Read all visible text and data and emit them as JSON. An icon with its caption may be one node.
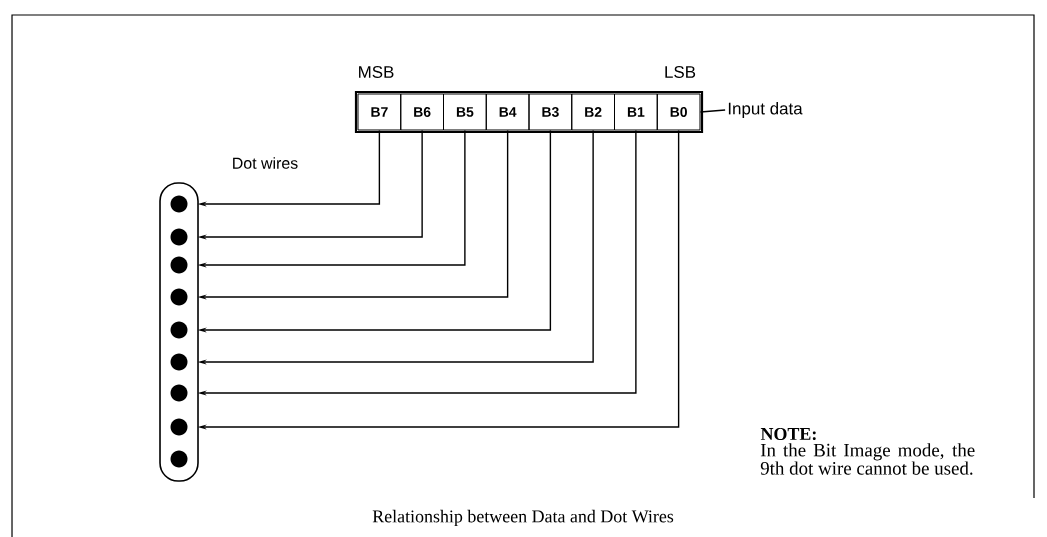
{
  "diagram": {
    "caption": "Relationship between Data and Dot Wires",
    "nodes": [
      {
        "text": [
          "B7"
        ]
      },
      {
        "text": [
          "B6"
        ]
      },
      {
        "text": [
          "B5"
        ]
      },
      {
        "text": [
          "B4"
        ]
      },
      {
        "text": [
          "B3"
        ]
      },
      {
        "text": [
          "B2"
        ]
      },
      {
        "text": [
          "B1"
        ]
      },
      {
        "text": [
          "B0"
        ]
      },
      {
        "text": [
          "Input data"
        ]
      },
      {
        "text": [
          "Dot wires"
        ]
      },
      {
        "text": [],
        "shape": "circle",
        "in": 9
      },
      {
        "text": [],
        "shape": "circle",
        "in": 9
      },
      {
        "text": [],
        "shape": "circle",
        "in": 9
      },
      {
        "text": [],
        "shape": "circle",
        "in": 9
      },
      {
        "text": [],
        "shape": "circle",
        "in": 9
      },
      {
        "text": [],
        "shape": "circle",
        "in": 9
      },
      {
        "text": [],
        "shape": "circle",
        "in": 9
      },
      {
        "text": [],
        "shape": "circle",
        "in": 9
      },
      {
        "text": [],
        "shape": "circle",
        "in": 9
      }
    ],
    "edges": [
      {
        "from": 0,
        "to": 10,
        "arrow": "to"
      },
      {
        "from": 1,
        "to": 11,
        "arrow": "to"
      },
      {
        "from": 2,
        "to": 12,
        "arrow": "to"
      },
      {
        "from": 3,
        "to": 13,
        "arrow": "to"
      },
      {
        "from": 4,
        "to": 14,
        "arrow": "to"
      },
      {
        "from": 5,
        "to": 15,
        "arrow": "to"
      },
      {
        "from": 6,
        "to": 16,
        "arrow": "to"
      },
      {
        "from": 7,
        "to": 17,
        "arrow": "to"
      },
      {
        "from": 8,
        "to": 7,
        "arrow": "none"
      }
    ],
    "labels": [
      "MSB",
      "LSB",
      "NOTE:",
      "In the Bit Image mode, the 9th dot wire cannot be used."
    ]
  }
}
